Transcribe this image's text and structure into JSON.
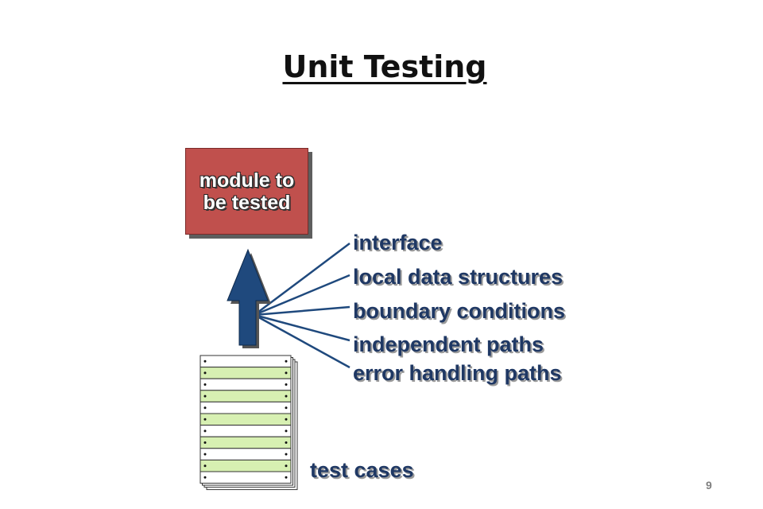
{
  "slide": {
    "title": "Unit Testing",
    "page_number": "9"
  },
  "module": {
    "label": "module to be tested",
    "fill_color": "#c0504d"
  },
  "aspects": [
    {
      "label": "interface"
    },
    {
      "label": "local data structures"
    },
    {
      "label": "boundary conditions"
    },
    {
      "label": "independent paths"
    },
    {
      "label": "error handling paths"
    }
  ],
  "test_cases": {
    "label": "test cases",
    "row_color_a": "#ffffff",
    "row_color_b": "#d7f0b2"
  },
  "colors": {
    "arrow": "#1f497d",
    "lines": "#1f497d",
    "text": "#1f3864"
  }
}
